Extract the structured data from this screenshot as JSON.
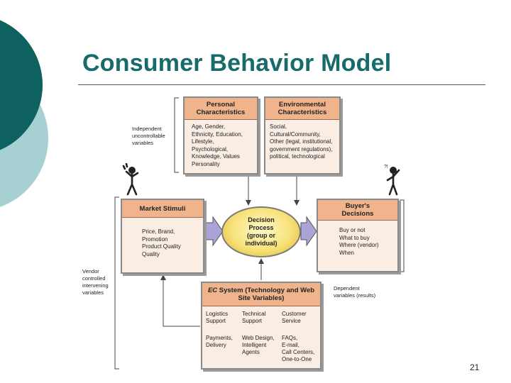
{
  "slide": {
    "title": "Consumer Behavior Model",
    "page_number": "21"
  },
  "labels": {
    "independent": "Independent\nuncontrollable\nvariables",
    "vendor": "Vendor\ncontrolled\nintervening\nvariables",
    "dependent": "Dependent\nvariables (results)"
  },
  "personal": {
    "header": "Personal\nCharacteristics",
    "body": "Age, Gender,\nEthnicity, Education,\nLifestyle,\nPsychological,\nKnowledge, Values\nPersonality"
  },
  "environmental": {
    "header": "Environmental\nCharacteristics",
    "body": "Social,\nCultural/Community,\nOther (legal, institutional,\ngovernment regulations),\npolitical, technological"
  },
  "market": {
    "header": "Market Stimuli",
    "body": "Price, Brand,\nPromotion\nProduct Quality\nQuality"
  },
  "decision": {
    "text": "Decision\nProcess\n(group or\nindividual)"
  },
  "buyer": {
    "header": "Buyer's\nDecisions",
    "body": "Buy or not\nWhat to buy\nWhere (vendor)\nWhen"
  },
  "ec": {
    "header_em": "EC",
    "header_rest": " System (Technology and Web\nSite Variables)",
    "cells": [
      "Logistics\nSupport",
      "Technical\nSupport",
      "Customer\nService",
      "Payments,\nDelivery",
      "Web Design,\nIntelligent\nAgents",
      "FAQs,\nE-mail,\nCall Centers,\nOne-to-One"
    ]
  },
  "colors": {
    "accent_teal": "#176b69",
    "box_fill": "#faeee4",
    "header_fill": "#f0b48d",
    "arrow_fill": "#a9a3d6",
    "ellipse_fill": "#f7e27a"
  }
}
